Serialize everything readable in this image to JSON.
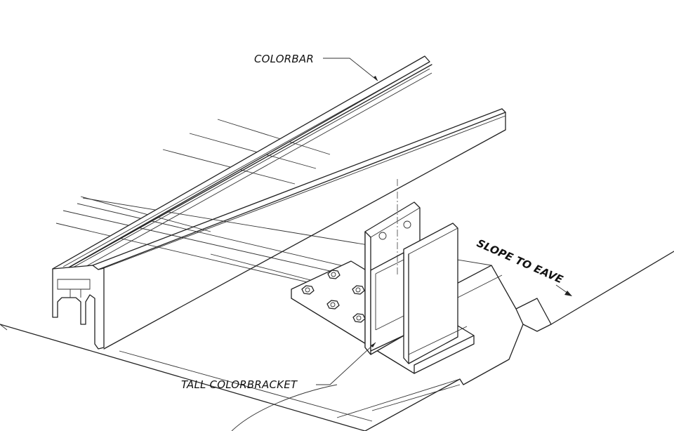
{
  "labels": {
    "rail": "COLORBAR",
    "bracket": "TALL COLORBRACKET",
    "slope": "SLOPE TO EAVE"
  }
}
